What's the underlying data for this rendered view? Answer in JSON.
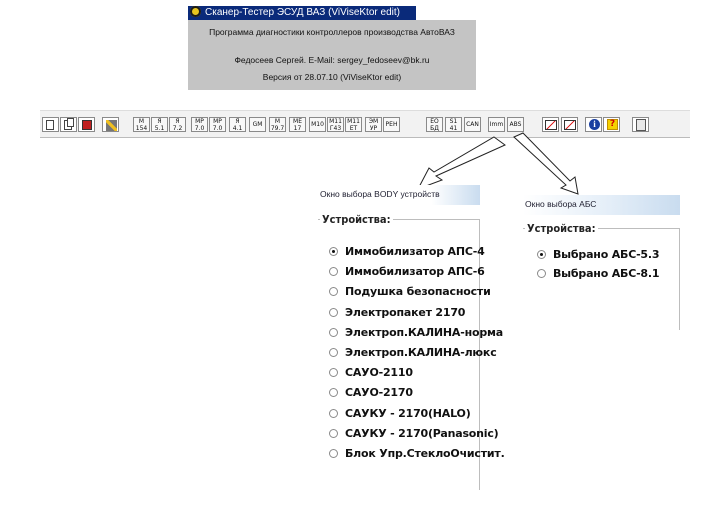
{
  "about": {
    "title": "Сканер-Тестер ЭСУД ВАЗ (ViViseKtor edit)",
    "line1": "Программа диагностики контроллеров производства АвтоВАЗ",
    "line2": "Федосеев Сергей. E-Mail: sergey_fedoseev@bk.ru",
    "line3": "Версия от 28.07.10 (ViViseKtor edit)"
  },
  "toolbar": {
    "buttons": [
      {
        "label": "",
        "icon": "new-file-icon"
      },
      {
        "label": "",
        "icon": "open-file-icon"
      },
      {
        "label": "",
        "icon": "save-icon"
      },
      {
        "label": "",
        "icon": "tools-icon"
      },
      {
        "label": "М 154"
      },
      {
        "label": "Я 5.1"
      },
      {
        "label": "Я 7.2"
      },
      {
        "label": "MP 7.0"
      },
      {
        "label": "MP 7.0"
      },
      {
        "label": "Я 4.1"
      },
      {
        "label": "GM"
      },
      {
        "label": "M 79.7"
      },
      {
        "label": "ME 17"
      },
      {
        "label": "M10"
      },
      {
        "label": "M11 Г43"
      },
      {
        "label": "M11 EТ"
      },
      {
        "label": "ЭМ УР"
      },
      {
        "label": "РЕН"
      },
      {
        "label": "ЕО БД"
      },
      {
        "label": "S1 41"
      },
      {
        "label": "CAN"
      },
      {
        "label": "Imm"
      },
      {
        "label": "ABS"
      },
      {
        "label": "",
        "icon": "chart-icon"
      },
      {
        "label": "",
        "icon": "chart-icon"
      },
      {
        "label": "",
        "icon": "info-icon"
      },
      {
        "label": "",
        "icon": "help-icon"
      },
      {
        "label": "",
        "icon": "exit-icon"
      }
    ]
  },
  "body_dialog": {
    "title": "Окно выбора BODY устройств",
    "group_label": "Устройства:",
    "options": [
      {
        "label": "Иммобилизатор АПС-4",
        "selected": true
      },
      {
        "label": "Иммобилизатор АПС-6",
        "selected": false
      },
      {
        "label": "Подушка безопасности",
        "selected": false
      },
      {
        "label": "Электропакет 2170",
        "selected": false
      },
      {
        "label": "Электроп.КАЛИНА-норма",
        "selected": false
      },
      {
        "label": "Электроп.КАЛИНА-люкс",
        "selected": false
      },
      {
        "label": "САУО-2110",
        "selected": false
      },
      {
        "label": "САУО-2170",
        "selected": false
      },
      {
        "label": "САУКУ - 2170(HALO)",
        "selected": false
      },
      {
        "label": "САУКУ - 2170(Panasonic)",
        "selected": false
      },
      {
        "label": "Блок Упр.СтеклоОчистит.",
        "selected": false
      }
    ]
  },
  "abs_dialog": {
    "title": "Окно выбора АБС",
    "group_label": "Устройства:",
    "options": [
      {
        "label": "Выбрано  АБС-5.3",
        "selected": true
      },
      {
        "label": "Выбрано  АБС-8.1",
        "selected": false
      }
    ]
  },
  "colors": {
    "about_title_bg": "#0a2a7a",
    "about_body_bg": "#c4c4c4",
    "dialog_title_gradient": "#c9dcef"
  }
}
